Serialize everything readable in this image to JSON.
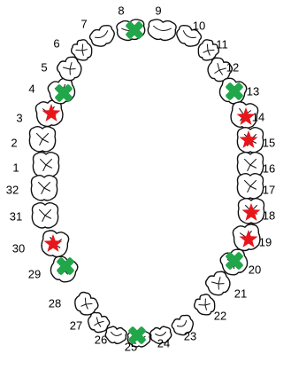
{
  "diagram": {
    "type": "dental-chart",
    "numbering": "universal",
    "colors": {
      "missing": "#22a64a",
      "decay": "#e8161b",
      "outline": "#111111"
    },
    "legend_markers": {
      "missing": "x-icon",
      "decay": "star-icon"
    },
    "teeth": [
      {
        "n": 1,
        "label": "1",
        "status": "normal"
      },
      {
        "n": 2,
        "label": "2",
        "status": "normal"
      },
      {
        "n": 3,
        "label": "3",
        "status": "decay"
      },
      {
        "n": 4,
        "label": "4",
        "status": "missing"
      },
      {
        "n": 5,
        "label": "5",
        "status": "normal"
      },
      {
        "n": 6,
        "label": "6",
        "status": "normal"
      },
      {
        "n": 7,
        "label": "7",
        "status": "normal"
      },
      {
        "n": 8,
        "label": "8",
        "status": "missing"
      },
      {
        "n": 9,
        "label": "9",
        "status": "normal"
      },
      {
        "n": 10,
        "label": "10",
        "status": "normal"
      },
      {
        "n": 11,
        "label": "11",
        "status": "normal"
      },
      {
        "n": 12,
        "label": "12",
        "status": "normal"
      },
      {
        "n": 13,
        "label": "13",
        "status": "missing"
      },
      {
        "n": 14,
        "label": "14",
        "status": "decay"
      },
      {
        "n": 15,
        "label": "15",
        "status": "decay"
      },
      {
        "n": 16,
        "label": "16",
        "status": "normal"
      },
      {
        "n": 17,
        "label": "17",
        "status": "normal"
      },
      {
        "n": 18,
        "label": "18",
        "status": "decay"
      },
      {
        "n": 19,
        "label": "19",
        "status": "decay"
      },
      {
        "n": 20,
        "label": "20",
        "status": "missing"
      },
      {
        "n": 21,
        "label": "21",
        "status": "normal"
      },
      {
        "n": 22,
        "label": "22",
        "status": "normal"
      },
      {
        "n": 23,
        "label": "23",
        "status": "normal"
      },
      {
        "n": 24,
        "label": "24",
        "status": "normal"
      },
      {
        "n": 25,
        "label": "25",
        "status": "missing"
      },
      {
        "n": 26,
        "label": "26",
        "status": "normal"
      },
      {
        "n": 27,
        "label": "27",
        "status": "normal"
      },
      {
        "n": 28,
        "label": "28",
        "status": "normal"
      },
      {
        "n": 29,
        "label": "29",
        "status": "missing"
      },
      {
        "n": 30,
        "label": "30",
        "status": "decay"
      },
      {
        "n": 31,
        "label": "31",
        "status": "normal"
      },
      {
        "n": 32,
        "label": "32",
        "status": "normal"
      }
    ]
  }
}
